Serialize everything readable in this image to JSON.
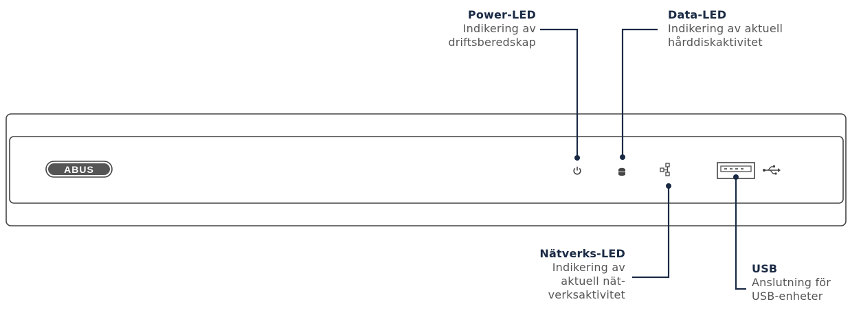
{
  "brand": {
    "logo_text": "ABUS"
  },
  "callouts": {
    "power": {
      "title": "Power-LED",
      "desc_lines": [
        "Indikering av",
        "driftsberedskap"
      ]
    },
    "data": {
      "title": "Data-LED",
      "desc_lines": [
        "Indikering av aktuell",
        "hårddiskaktivitet"
      ]
    },
    "network": {
      "title": "Nätverks-LED",
      "desc_lines": [
        "Indikering av",
        "aktuell nät-",
        "verksaktivitet"
      ]
    },
    "usb": {
      "title": "USB",
      "desc_lines": [
        "Anslutning för",
        "USB-enheter"
      ]
    }
  },
  "icons": {
    "power": "power-icon",
    "data": "harddisk-icon",
    "network": "network-icon",
    "usb_port": "usb-port",
    "usb_symbol": "usb-symbol-icon"
  },
  "colors": {
    "leader": "#1a2a44",
    "outline": "#444444",
    "text": "#555555"
  }
}
